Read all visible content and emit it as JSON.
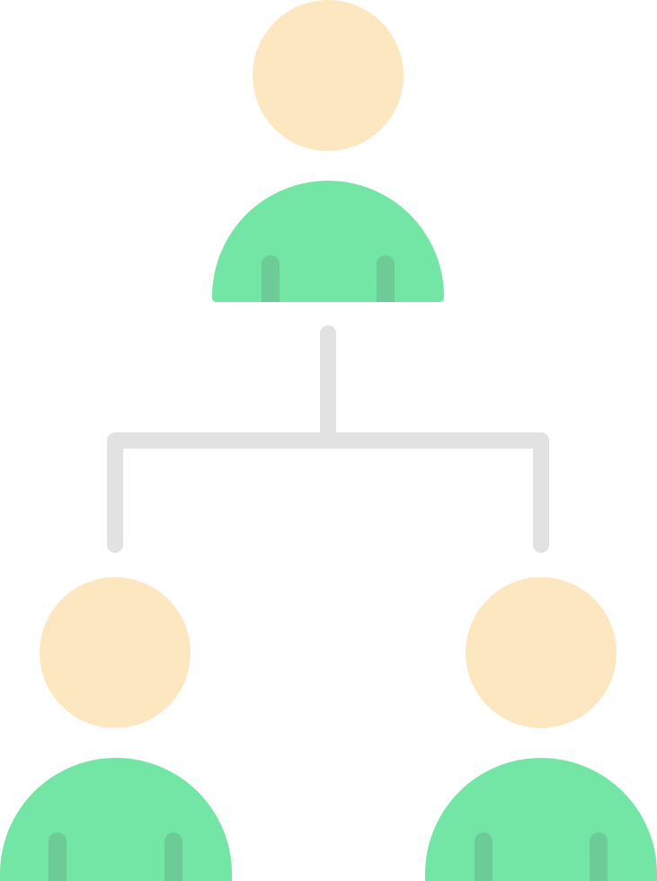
{
  "icon": {
    "name": "org-hierarchy-icon",
    "description_colors": {
      "head": "#FCE7C0",
      "body": "#73E5A5",
      "body_stripe": "#6CCB97",
      "connector": "#E2E2E2",
      "background": "#FFFFFF"
    },
    "people": [
      {
        "role": "top"
      },
      {
        "role": "bottom-left"
      },
      {
        "role": "bottom-right"
      }
    ]
  }
}
